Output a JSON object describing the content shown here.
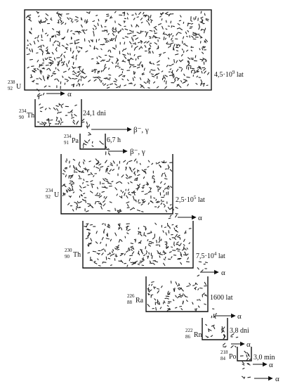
{
  "chain": [
    {
      "id": "u238",
      "mass": "238",
      "z": "92",
      "symbol": "U",
      "half_life": "4,5·10",
      "half_life_exp": "9",
      "half_life_unit": " lat",
      "emissions": [
        "α"
      ]
    },
    {
      "id": "th234",
      "mass": "234",
      "z": "90",
      "symbol": "Th",
      "half_life": "24,1 dni",
      "emissions": [
        "β⁻, γ"
      ]
    },
    {
      "id": "pa234",
      "mass": "234",
      "z": "91",
      "symbol": "Pa",
      "half_life": "6,7 h",
      "emissions": [
        "β⁻, γ"
      ]
    },
    {
      "id": "u234",
      "mass": "234",
      "z": "92",
      "symbol": "U",
      "half_life": "2,5·10",
      "half_life_exp": "5",
      "half_life_unit": " lat",
      "emissions": [
        "α"
      ]
    },
    {
      "id": "th230",
      "mass": "230",
      "z": "90",
      "symbol": "Th",
      "half_life": "7,5·10",
      "half_life_exp": "4",
      "half_life_unit": " lat",
      "emissions": [
        "α"
      ]
    },
    {
      "id": "ra226",
      "mass": "226",
      "z": "88",
      "symbol": "Ra",
      "half_life": "1600 lat",
      "emissions": [
        "α"
      ]
    },
    {
      "id": "rn222",
      "mass": "222",
      "z": "86",
      "symbol": "Rn",
      "half_life": "3,8 dni",
      "emissions": [
        "α"
      ]
    },
    {
      "id": "po218",
      "mass": "218",
      "z": "84",
      "symbol": "Po",
      "half_life": "3,0 min",
      "emissions": [
        "α",
        "α"
      ]
    }
  ]
}
